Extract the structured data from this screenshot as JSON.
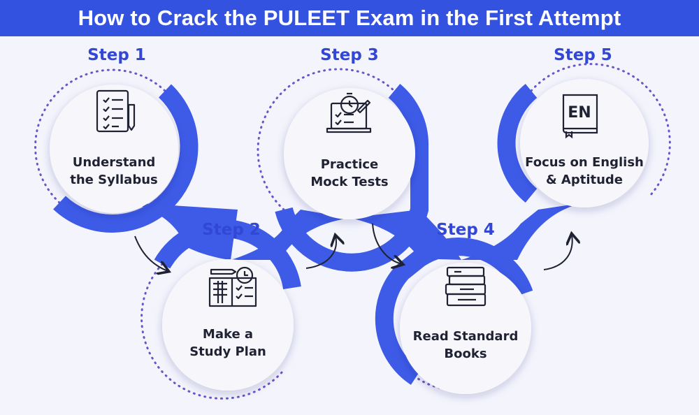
{
  "title": "How to Crack the PULEET Exam in the First Attempt",
  "colors": {
    "banner": "#3352e0",
    "accent": "#3d5be6",
    "step_label": "#3347d6",
    "text": "#1f2233",
    "background": "#f4f5fc",
    "dots": "#6a55c8"
  },
  "steps": [
    {
      "label": "Step 1",
      "line1": "Understand",
      "line2": "the Syllabus",
      "icon": "checklist-clipboard-icon"
    },
    {
      "label": "Step 2",
      "line1": "Make a",
      "line2": "Study Plan",
      "icon": "study-planner-icon"
    },
    {
      "label": "Step 3",
      "line1": "Practice",
      "line2": "Mock Tests",
      "icon": "laptop-stopwatch-icon"
    },
    {
      "label": "Step 4",
      "line1": "Read Standard",
      "line2": "Books",
      "icon": "book-stack-icon"
    },
    {
      "label": "Step 5",
      "line1": "Focus on English",
      "line2": "& Aptitude",
      "icon": "english-book-icon"
    }
  ],
  "arrows": [
    "curved-arrow-1-to-2",
    "curved-arrow-2-to-3",
    "curved-arrow-3-to-4",
    "curved-arrow-4-to-5"
  ]
}
